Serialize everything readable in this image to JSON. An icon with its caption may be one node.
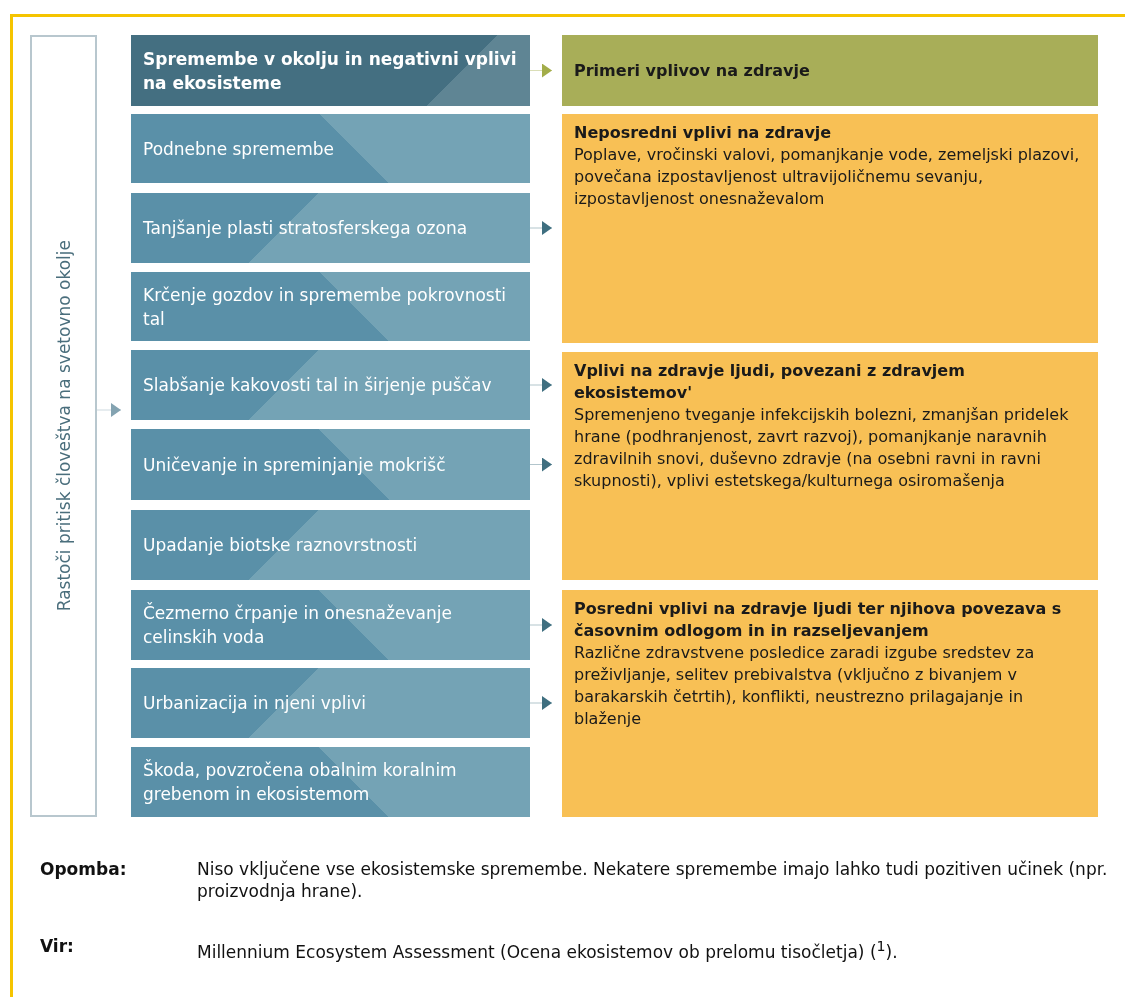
{
  "diagram": {
    "nodes": [
      {
        "text": [
          "Rastoči pritisk človeštva na svetovno okolje"
        ]
      },
      {
        "text": [
          "Spremembe v okolju in negativni vplivi na ekosisteme"
        ]
      },
      {
        "text": [
          "Podnebne spremembe"
        ]
      },
      {
        "text": [
          "Tanjšanje plasti stratosferskega ozona"
        ]
      },
      {
        "text": [
          "Krčenje gozdov in spremembe pokrovnosti tal"
        ]
      },
      {
        "text": [
          "Slabšanje kakovosti tal in širjenje puščav"
        ]
      },
      {
        "text": [
          "Uničevanje in spreminjanje mokrišč"
        ]
      },
      {
        "text": [
          "Upadanje biotske raznovrstnosti"
        ]
      },
      {
        "text": [
          "Čezmerno črpanje in onesnaževanje celinskih voda"
        ]
      },
      {
        "text": [
          "Urbanizacija in njeni vplivi"
        ]
      },
      {
        "text": [
          "Škoda, povzročena obalnim koralnim grebenom in ekosistemom"
        ]
      },
      {
        "text": [
          "Primeri vplivov na zdravje"
        ]
      },
      {
        "text": [
          "Neposredni vplivi na zdravje",
          "Poplave, vročinski valovi, pomanjkanje vode, zemeljski plazovi, povečana izpostavljenost ultravijoličnemu sevanju, izpostavljenost onesnaževalom"
        ]
      },
      {
        "text": [
          "Vplivi na zdravje ljudi, povezani z zdravjem ekosistemov'",
          "Spremenjeno tveganje infekcijskih bolezni, zmanjšan pridelek hrane (podhranjenost, zavrt razvoj), pomanjkanje naravnih zdravilnih snovi, duševno zdravje (na osebni ravni in ravni skupnosti), vplivi estetskega/kulturnega osiromašenja"
        ]
      },
      {
        "text": [
          "Posredni vplivi na zdravje ljudi ter njihova povezava s časovnim odlogom in in razseljevanjem",
          "Različne zdravstvene posledice zaradi izgube sredstev za preživljanje, selitev prebivalstva (vključno z bivanjem v barakarskih četrtih), konflikti, neustrezno prilagajanje in blaženje"
        ]
      }
    ],
    "edges": [
      {
        "from": 1,
        "to": 11,
        "arrow": "to",
        "color": "#a3ad4a"
      },
      {
        "from": 0,
        "to": 5,
        "arrow": "to",
        "color": "#84a3b1"
      },
      {
        "from": 3,
        "to": 12,
        "arrow": "to"
      },
      {
        "from": 5,
        "to": 13,
        "arrow": "to"
      },
      {
        "from": 6,
        "to": 13,
        "arrow": "to"
      },
      {
        "from": 8,
        "to": 14,
        "arrow": "to"
      },
      {
        "from": 9,
        "to": 14,
        "arrow": "to"
      }
    ],
    "labels": [
      "Opomba:",
      "Niso vključene vse ekosistemske spremembe. Nekatere spremembe imajo lahko tudi pozitiven učinek (npr. proizvodnja hrane).",
      "Vir:",
      "Millennium Ecosystem Assessment (Ocena ekosistemov ob prelomu tisočletja) ($^{1}$)."
    ]
  }
}
